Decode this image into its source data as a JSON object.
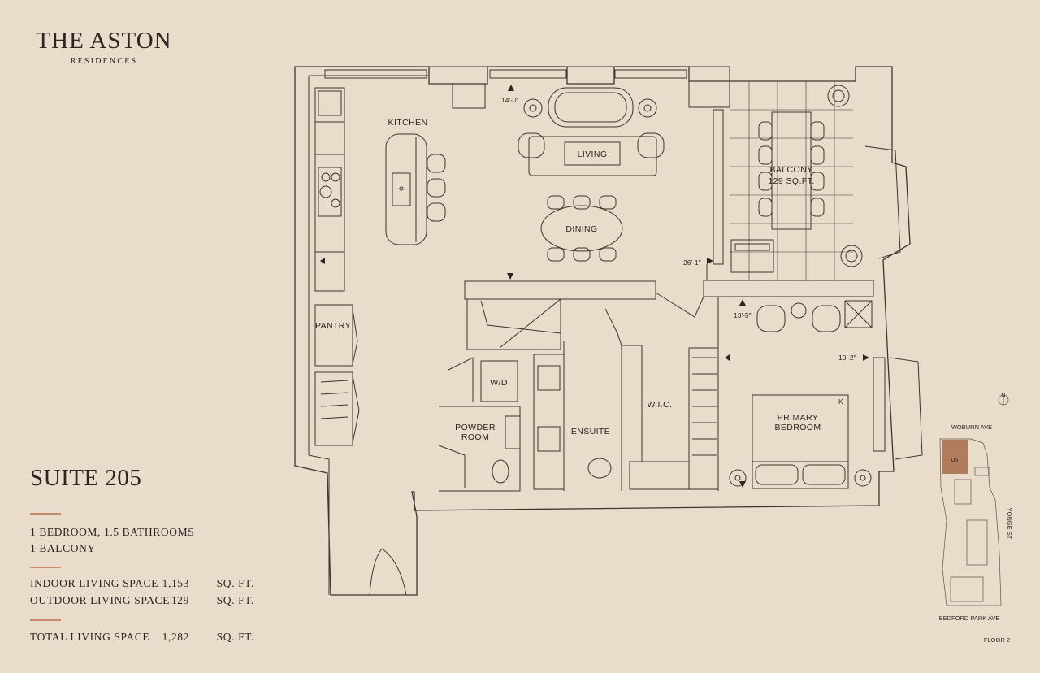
{
  "brand": {
    "title": "THE ASTON",
    "subtitle": "RESIDENCES"
  },
  "suite": {
    "name": "SUITE 205",
    "config": "1 BEDROOM, 1.5 BATHROOMS",
    "balcony": "1 BALCONY",
    "indoor": {
      "label": "INDOOR LIVING SPACE",
      "value": "1,153",
      "unit": "SQ. FT."
    },
    "outdoor": {
      "label": "OUTDOOR LIVING SPACE",
      "value": "129",
      "unit": "SQ. FT."
    },
    "total": {
      "label": "TOTAL LIVING SPACE",
      "value": "1,282",
      "unit": "SQ. FT."
    }
  },
  "rooms": {
    "kitchen": "KITCHEN",
    "living": "LIVING",
    "dining": "DINING",
    "balcony": "BALCONY",
    "balcony_area": "129 SQ.FT.",
    "pantry": "PANTRY",
    "wd": "W/D",
    "powder_1": "POWDER",
    "powder_2": "ROOM",
    "ensuite": "ENSUITE",
    "wic": "W.I.C.",
    "primary_1": "PRIMARY",
    "primary_2": "BEDROOM",
    "k_mark": "K"
  },
  "dimensions": {
    "living": "14'-0\"",
    "dining": "26'-1\"",
    "bedroom_width": "13'-5\"",
    "bedroom_depth": "10'-2\""
  },
  "key_plan": {
    "north": "N",
    "north_top": "WOBURN AVE",
    "east": "YONGE ST",
    "south": "BEDFORD PARK AVE",
    "unit": "05",
    "floor": "FLOOR 2"
  },
  "colors": {
    "background": "#e9dccb",
    "line": "#3b352f",
    "accent_rule": "#c98a6c",
    "unit_highlight": "#b07c5d"
  }
}
